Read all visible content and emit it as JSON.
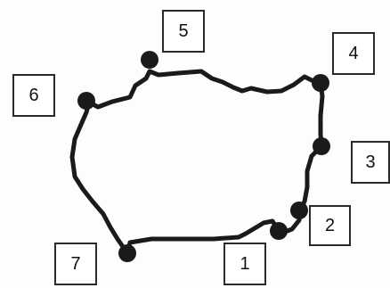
{
  "diagram": {
    "labels": [
      "1",
      "2",
      "3",
      "4",
      "5",
      "6",
      "7"
    ],
    "colors": {
      "stroke": "#1a1a1a",
      "point": "#1a1a1a",
      "box_border": "#2a2a2a"
    }
  }
}
